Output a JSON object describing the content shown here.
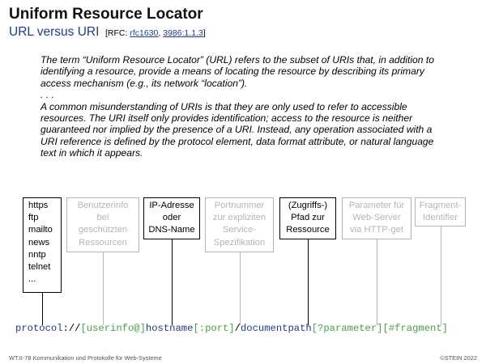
{
  "slide": {
    "title": "Uniform Resource Locator",
    "subtitle": "URL versus URI",
    "rfc": {
      "prefix": "[RFC: ",
      "link1": "rfc1630",
      "sep": ", ",
      "link2": "3986:1.1.3",
      "suffix": "]"
    },
    "quote": {
      "para1": "The term “Uniform Resource Locator” (URL) refers to the subset of URIs that, in addition to identifying a resource, provide a means of locating the resource by describing its primary access mechanism (e.g., its network “location”).",
      "ellipsis": ". . .",
      "para2": "A common misunderstanding of URIs is that they are only used to refer to accessible resources. The URI itself only provides identification; access to the resource is neither guaranteed nor implied by the presence of a URI. Instead, any operation associated with a URI reference is defined by the protocol element, data format attribute, or natural language text in which it appears."
    },
    "boxes": [
      {
        "lines": [
          "https",
          "ftp",
          "mailto",
          "news",
          "nntp",
          "telnet",
          "..."
        ],
        "active": true
      },
      {
        "lines": [
          "Benutzerinfo",
          "bei",
          "geschützten",
          "Ressourcen"
        ],
        "active": false
      },
      {
        "lines": [
          "IP-Adresse",
          "oder",
          "DNS-Name"
        ],
        "active": true
      },
      {
        "lines": [
          "Portnummer",
          "zur expliziten",
          "Service-",
          "Spezifikation"
        ],
        "active": false
      },
      {
        "lines": [
          "(Zugriffs-)",
          "Pfad zur",
          "Ressource"
        ],
        "active": true
      },
      {
        "lines": [
          "Parameter für",
          "Web-Server",
          "via HTTP-get"
        ],
        "active": false
      },
      {
        "lines": [
          "Fragment-",
          "Identifier"
        ],
        "active": false
      }
    ],
    "url": {
      "protocol": "protocol",
      "sep1": "://",
      "userinfo": "[userinfo@]",
      "hostname": "hostname",
      "port": "[:port]",
      "sep2": "/",
      "documentpath": "documentpath",
      "parameter": "[?parameter]",
      "fragment": "[#fragment]"
    },
    "footer": {
      "left": "WT:II-78   Kommunikation und Protokolle für Web-Systeme",
      "right": "©STEIN 2022"
    }
  }
}
